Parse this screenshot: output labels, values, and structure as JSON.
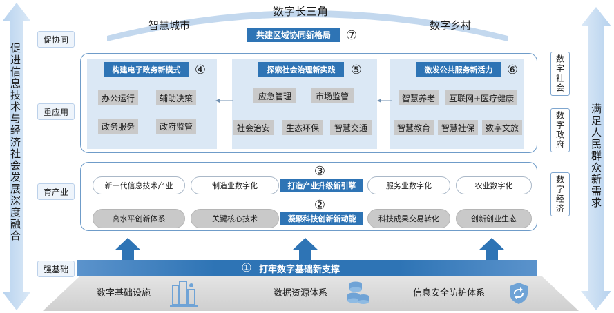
{
  "left_arrow_text": "促进信息技术与经济社会发展深度融合",
  "right_arrow_text": "满足人民群众新需求",
  "layers": {
    "promote": "促协同",
    "apply": "重应用",
    "industry": "育产业",
    "foundation": "强基础"
  },
  "top": {
    "arc_title": "数字长三角",
    "left_label": "智慧城市",
    "right_label": "数字乡村",
    "banner": "共建区域协同新格局",
    "banner_num": "⑦"
  },
  "apply": {
    "panels": [
      {
        "title": "构建电子政务新模式",
        "num": "④",
        "items": [
          "办公运行",
          "辅助决策",
          "政务服务",
          "政府监管"
        ]
      },
      {
        "title": "探索社会治理新实践",
        "num": "⑤",
        "items": [
          "应急管理",
          "市场监管",
          "社会治安",
          "生态环保",
          "智慧交通"
        ]
      },
      {
        "title": "激发公共服务新活力",
        "num": "⑥",
        "items": [
          "智慧养老",
          "互联网+医疗健康",
          "智慧教育",
          "智慧社保",
          "数字文旅"
        ]
      }
    ]
  },
  "right_boxes": {
    "society": "数字社会",
    "government": "数字政府",
    "economy": "数字经济"
  },
  "industry": {
    "row1_num": "③",
    "row1_center": "打造产业升级新引擎",
    "row1": [
      "新一代信息技术产业",
      "制造业数字化",
      "服务业数字化",
      "农业数字化"
    ],
    "row2_num": "②",
    "row2_center": "凝聚科技创新新动能",
    "row2": [
      "高水平创新体系",
      "关键核心技术",
      "科技成果交易转化",
      "创新创业生态"
    ]
  },
  "foundation": {
    "num": "①",
    "banner": "打牢数字基础新支撑",
    "items": [
      "数字基础设施",
      "数据资源体系",
      "信息安全防护体系"
    ]
  }
}
